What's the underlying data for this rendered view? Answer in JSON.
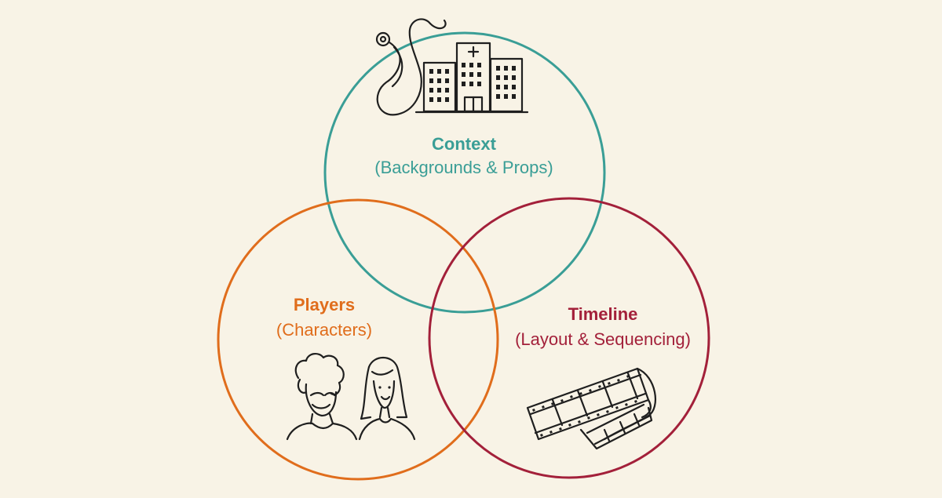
{
  "colors": {
    "background": "#f8f3e6",
    "context": "#3a9e96",
    "players": "#e06d1c",
    "timeline": "#a3203a",
    "ink": "#1f1f1f"
  },
  "circles": {
    "context": {
      "title": "Context",
      "subtitle": "(Backgrounds & Props)",
      "icon": "stethoscope-hospital-icon"
    },
    "players": {
      "title": "Players",
      "subtitle": "(Characters)",
      "icon": "people-icon"
    },
    "timeline": {
      "title": "Timeline",
      "subtitle": "(Layout & Sequencing)",
      "icon": "film-strip-icon"
    }
  }
}
